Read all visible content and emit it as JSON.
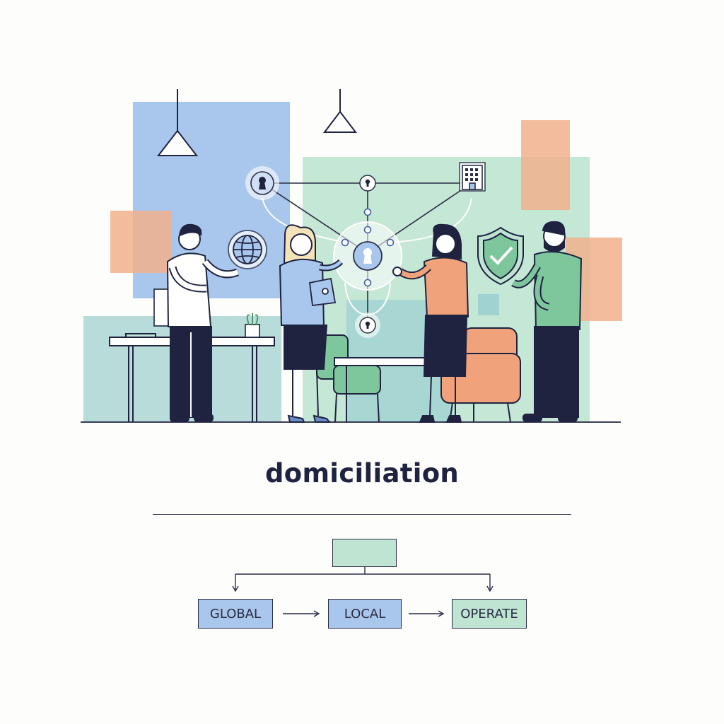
{
  "title": "domiciliation",
  "diagram": {
    "nodes": [
      {
        "label": "GLOBAL",
        "fill": "#a9c6ec"
      },
      {
        "label": "LOCAL",
        "fill": "#a9c6ec"
      },
      {
        "label": "OPERATE",
        "fill": "#bfe4d2"
      }
    ]
  },
  "colors": {
    "blue": "#a9c6ec",
    "green": "#bfe4d2",
    "orange": "#f0b08c",
    "navy": "#1f2340"
  },
  "icons": [
    "globe-icon",
    "tablet-icon",
    "keyhole-icon",
    "building-icon",
    "shield-check-icon",
    "lamp-icon",
    "plant-icon"
  ]
}
